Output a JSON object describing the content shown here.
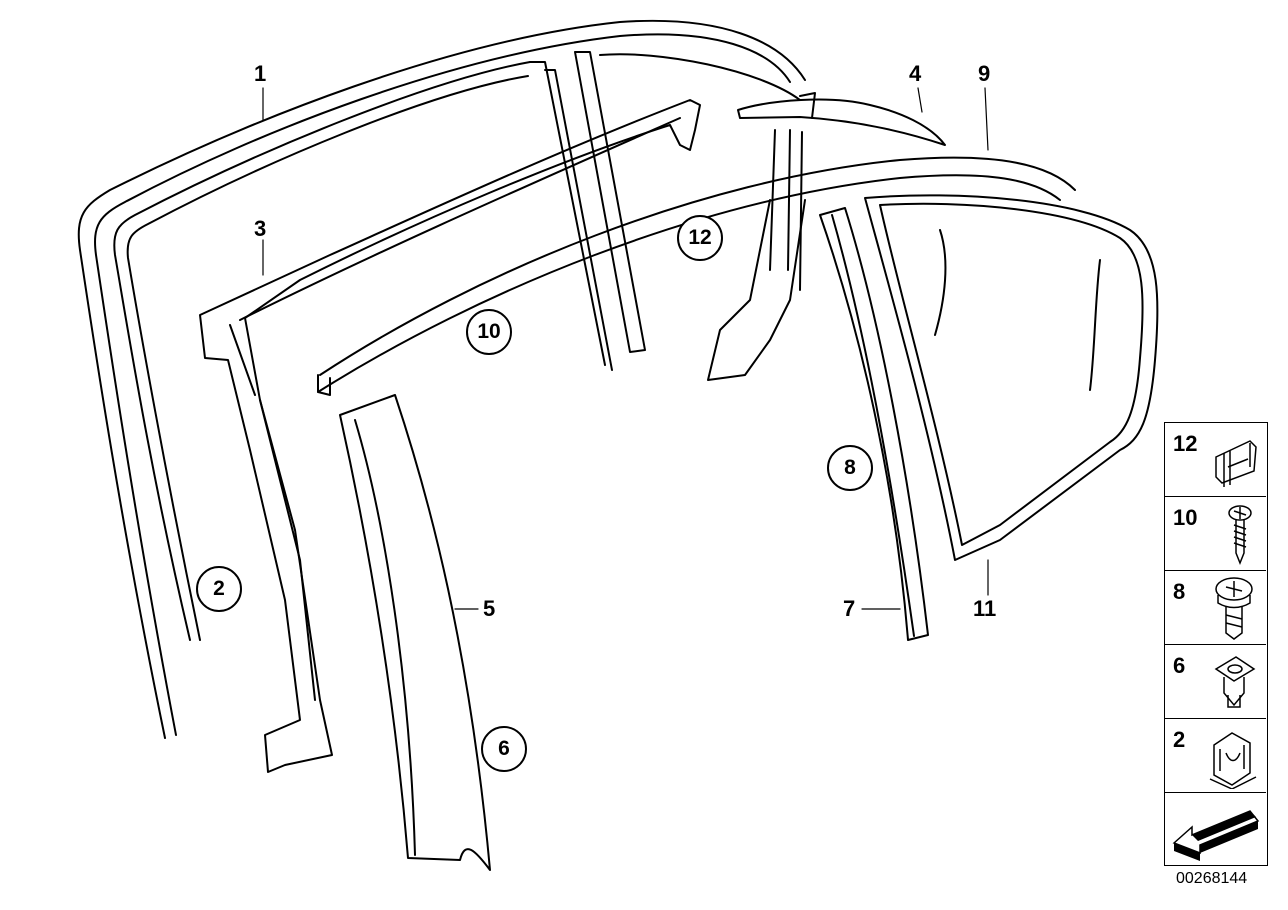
{
  "callouts": {
    "c1": "1",
    "c2": "2",
    "c3": "3",
    "c4": "4",
    "c5": "5",
    "c6": "6",
    "c7": "7",
    "c8": "8",
    "c9": "9",
    "c10": "10",
    "c11": "11",
    "c12": "12"
  },
  "legend": [
    {
      "num": "12",
      "icon": "clip-icon"
    },
    {
      "num": "10",
      "icon": "screw-icon"
    },
    {
      "num": "8",
      "icon": "bolt-icon"
    },
    {
      "num": "6",
      "icon": "nut-icon"
    },
    {
      "num": "2",
      "icon": "bracket-icon"
    }
  ],
  "legend_arrow_icon": "direction-arrow-icon",
  "reference_number": "00268144"
}
